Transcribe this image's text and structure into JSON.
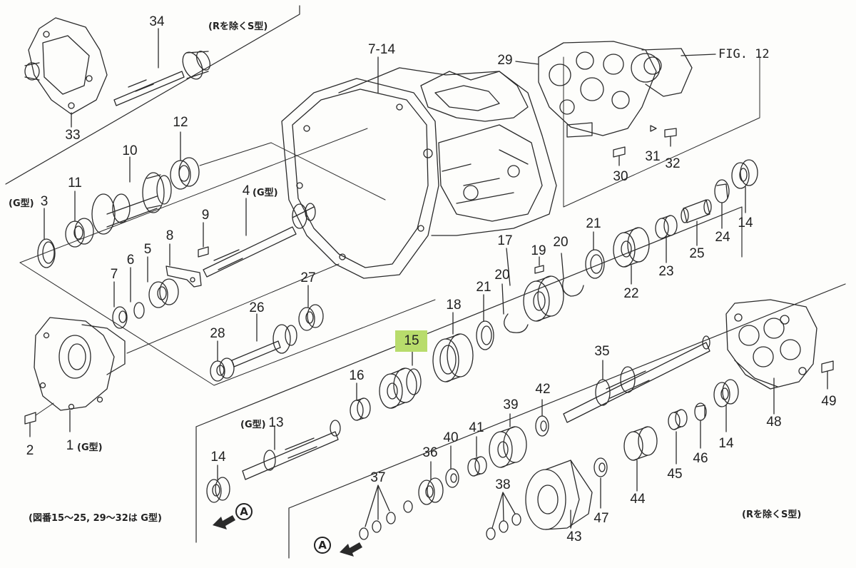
{
  "labels": {
    "p1": "1",
    "p2": "2",
    "p3": "3",
    "p4": "4",
    "p5": "5",
    "p6": "6",
    "p7": "7",
    "p8": "8",
    "p9": "9",
    "p7_14": "7-14",
    "p10": "10",
    "p11": "11",
    "p12": "12",
    "p13": "13",
    "p14a": "14",
    "p14b": "14",
    "p14c": "14",
    "p15": "15",
    "p16": "16",
    "p17": "17",
    "p18": "18",
    "p19": "19",
    "p20a": "20",
    "p20b": "20",
    "p21a": "21",
    "p21b": "21",
    "p22": "22",
    "p23": "23",
    "p24": "24",
    "p25": "25",
    "p26": "26",
    "p27": "27",
    "p28": "28",
    "p29": "29",
    "p30": "30",
    "p31": "31",
    "p32": "32",
    "p33": "33",
    "p34": "34",
    "p35": "35",
    "p36": "36",
    "p37": "37",
    "p38": "38",
    "p39": "39",
    "p40": "40",
    "p41": "41",
    "p42": "42",
    "p43": "43",
    "p44": "44",
    "p45": "45",
    "p46": "46",
    "p47": "47",
    "p48": "48",
    "p49": "49"
  },
  "notes": {
    "g_type_1": "(G型)",
    "g_type_3": "(G型)",
    "g_type_4": "(G型)",
    "g_type_13": "(G型)",
    "except_r_top": "(Rを除くS型)",
    "except_r_bottom": "(Rを除くS型)",
    "fig_note": "(図番15～25, 29～32は  G型)",
    "fig_ref": "FIG. 12"
  },
  "markers": {
    "a_left": "A",
    "a_bottom": "A"
  },
  "colors": {
    "highlight": "#b8dc6c",
    "ink": "#2a2a2a",
    "paper": "#fdfdfb"
  }
}
